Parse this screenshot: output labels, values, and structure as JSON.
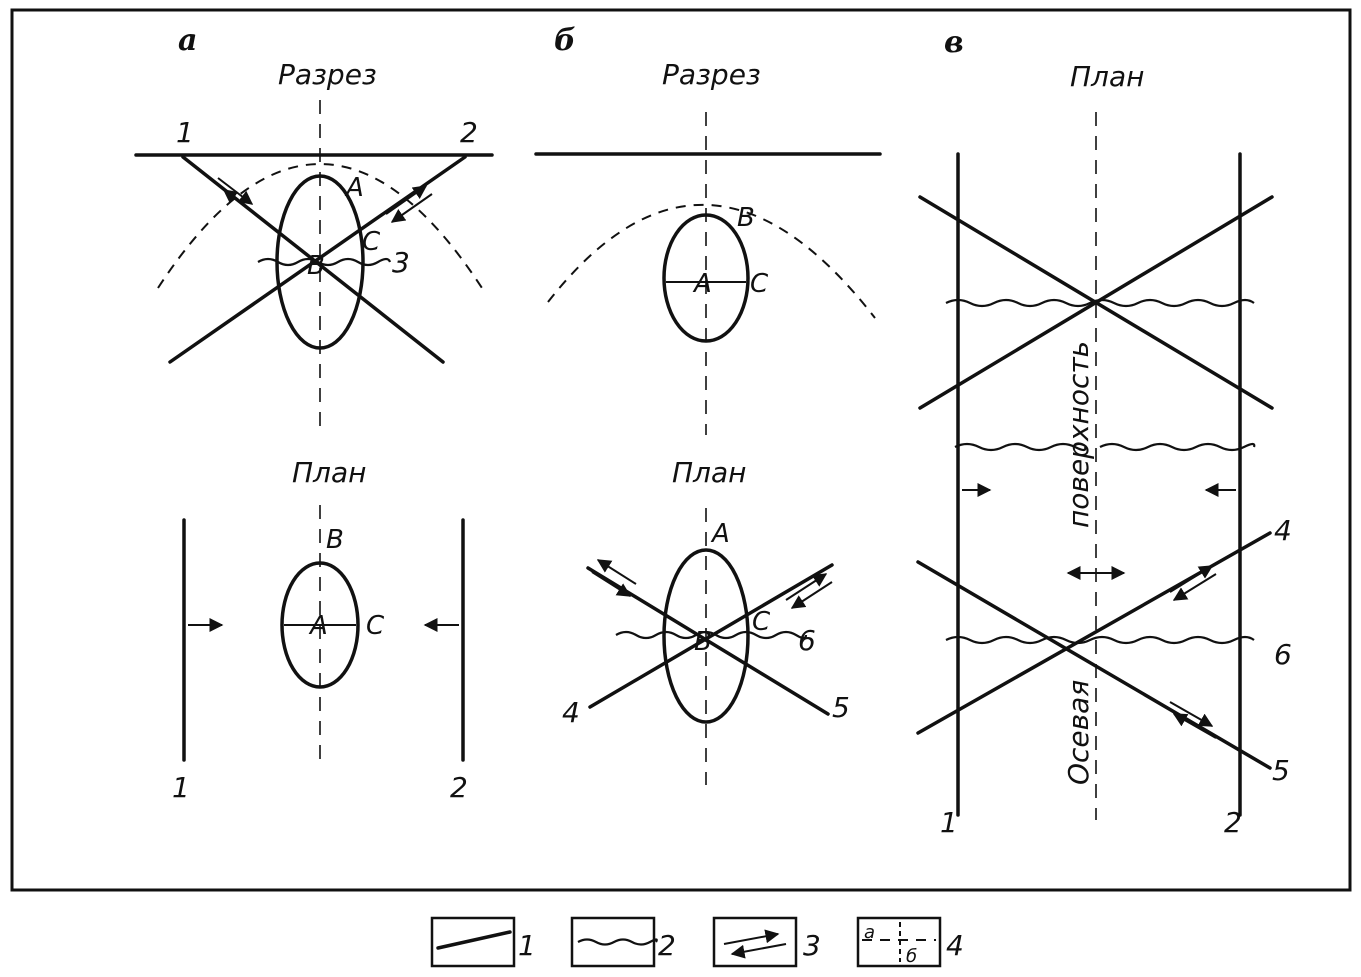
{
  "panels": {
    "a": {
      "letter": "а",
      "section_title": "Разрез",
      "plan_title": "План",
      "section_labels": {
        "n1": "1",
        "n2": "2",
        "A": "A",
        "B": "B",
        "C": "C",
        "n3": "3"
      },
      "plan_labels": {
        "B": "B",
        "A": "A",
        "C": "C",
        "n1": "1",
        "n2": "2"
      }
    },
    "b": {
      "letter": "б",
      "section_title": "Разрез",
      "plan_title": "План",
      "section_labels": {
        "B": "B",
        "A": "A",
        "C": "C"
      },
      "plan_labels": {
        "A": "A",
        "B": "B",
        "C": "C",
        "n6": "6",
        "n4": "4",
        "n5": "5"
      }
    },
    "c": {
      "letter": "в",
      "plan_title": "План",
      "axis_label_top": "поверхность",
      "axis_label_bottom": "Осевая",
      "labels": {
        "n4": "4",
        "n6": "6",
        "n5": "5",
        "n1": "1",
        "n2": "2"
      }
    }
  },
  "legend": {
    "items": [
      {
        "symbol": "straight-line",
        "label": "1"
      },
      {
        "symbol": "wavy-line",
        "label": "2"
      },
      {
        "symbol": "shear-arrows",
        "label": "3"
      },
      {
        "symbol": "dashed-axis",
        "label": "4",
        "sub_a": "а",
        "sub_b": "б"
      }
    ]
  }
}
